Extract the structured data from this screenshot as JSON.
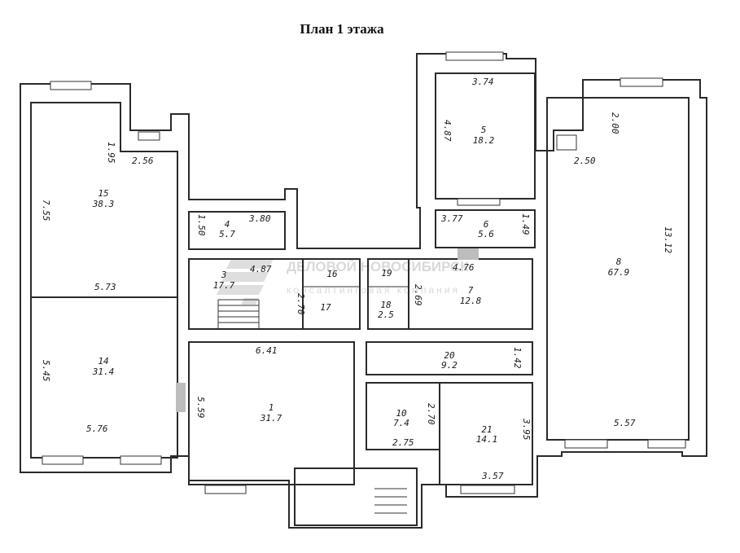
{
  "title": "План 1 этажа",
  "watermark": {
    "line1": "ДЕЛОВОЙ НОВОСИБИРСК",
    "line2": "консалтинговая компания",
    "color": "#d9d9d9"
  },
  "rooms": [
    {
      "id": "15",
      "area": "38.3"
    },
    {
      "id": "14",
      "area": "31.4"
    },
    {
      "id": "4",
      "area": "5.7"
    },
    {
      "id": "3",
      "area": "17.7"
    },
    {
      "id": "16",
      "area": ""
    },
    {
      "id": "17",
      "area": ""
    },
    {
      "id": "19",
      "area": ""
    },
    {
      "id": "18",
      "area": "2.5"
    },
    {
      "id": "1",
      "area": "31.7"
    },
    {
      "id": "5",
      "area": "18.2"
    },
    {
      "id": "6",
      "area": "5.6"
    },
    {
      "id": "7",
      "area": "12.8"
    },
    {
      "id": "20",
      "area": "9.2"
    },
    {
      "id": "10",
      "area": "7.4"
    },
    {
      "id": "21",
      "area": "14.1"
    },
    {
      "id": "8",
      "area": "67.9"
    }
  ],
  "dimensions": [
    "1.95",
    "2.56",
    "7.55",
    "5.73",
    "5.45",
    "5.76",
    "1.50",
    "3.80",
    "4.87",
    "2.70",
    "6.41",
    "5.59",
    "3.74",
    "4.87",
    "3.77",
    "1.49",
    "4.76",
    "2.69",
    "1.42",
    "2.70",
    "2.75",
    "3.95",
    "3.57",
    "2.00",
    "2.50",
    "13.12",
    "5.57"
  ]
}
